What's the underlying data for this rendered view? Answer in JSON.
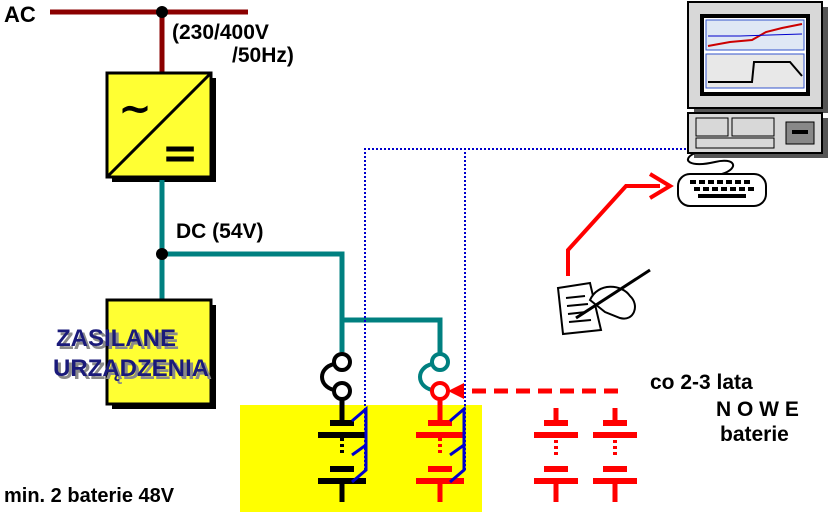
{
  "labels": {
    "ac": "AC",
    "voltage_line1": "(230/400V",
    "voltage_line2": "/50Hz)",
    "dc": "DC (54V)",
    "loads_line1": "ZASILANE",
    "loads_line2": "URZĄDZENIA",
    "min_batteries": "min. 2 baterie 48V",
    "replace_line1": "co 2-3 lata",
    "replace_line2": "N O W E",
    "replace_line3": "baterie"
  },
  "rectifier_symbols": {
    "ac": "~",
    "dc": "="
  },
  "colors": {
    "ac_line": "#8b0000",
    "dc_line": "#008080",
    "monitor_line": "#0000cc",
    "new_battery": "#ff0000",
    "block_fill": "#ffff33",
    "battery_zone": "#ffff00"
  }
}
